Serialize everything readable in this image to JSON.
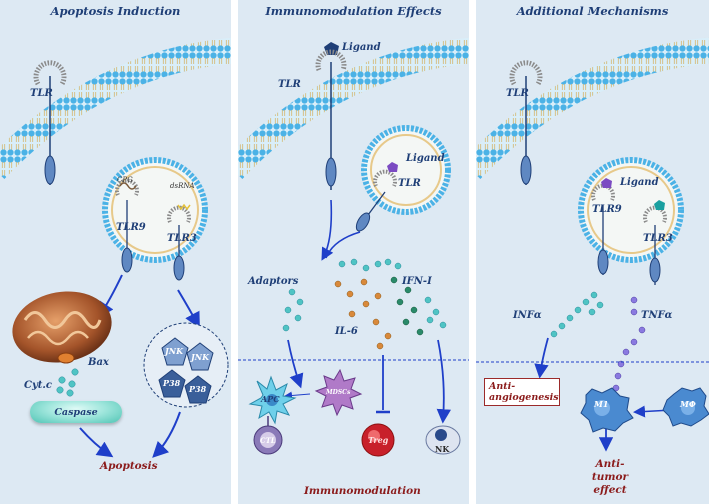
{
  "panels": [
    {
      "title": "Apoptosis Induction",
      "labels": {
        "tlr": "TLR",
        "cpg": "CPG",
        "dsrna": "dsRNA",
        "tlr9": "TLR9",
        "tlr3": "TLR3",
        "bax": "Bax",
        "cytc": "Cyt.c",
        "caspase": "Caspase",
        "jnk": "JNK",
        "p38": "P38",
        "apoptosis": "Apoptosis"
      }
    },
    {
      "title": "Immunomodulation Effects",
      "labels": {
        "ligand_top": "Ligand",
        "tlr": "TLR",
        "ligand_endo": "Ligand",
        "tlr_endo": "TLR",
        "adaptors": "Adaptors",
        "ifn": "IFN-I",
        "il6": "IL-6",
        "apc": "APC",
        "mdscs": "MDSCs",
        "ctl": "CTL",
        "treg": "Treg",
        "nk": "NK",
        "immunomodulation": "Immunomodulation"
      }
    },
    {
      "title": "Additional Mechanisms",
      "labels": {
        "tlr": "TLR",
        "ligand": "Ligand",
        "tlr9": "TLR9",
        "tlr3": "TLR3",
        "infa": "INFα",
        "tnfa": "TNFα",
        "antiangio": "Anti-angiogenesis",
        "m1": "M1",
        "mo": "MΦ",
        "antitumor": "Anti-tumor effect"
      }
    }
  ],
  "colors": {
    "background": "#dde9f3",
    "membrane": "#4bb2e6",
    "receptor": "#1f3f77",
    "arrow": "#1f3fc9",
    "label": "#1f3f77",
    "result": "#8b1b1b"
  }
}
